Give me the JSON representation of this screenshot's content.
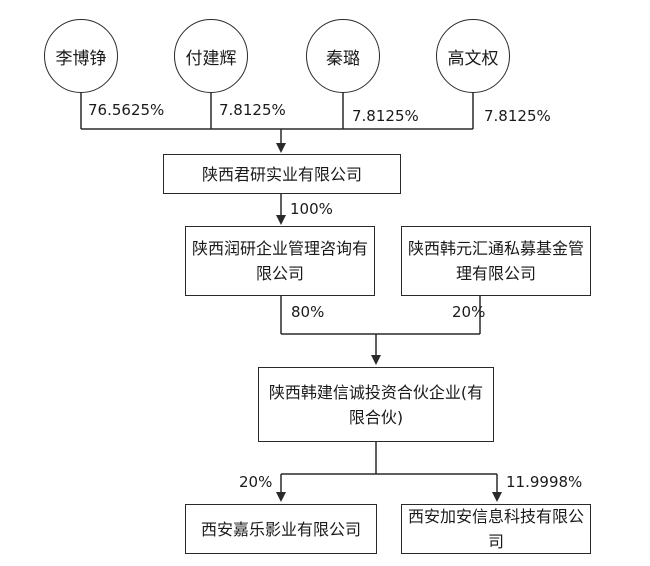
{
  "shareholders": [
    {
      "name": "李博铮",
      "share": "76.5625%"
    },
    {
      "name": "付建辉",
      "share": "7.8125%"
    },
    {
      "name": "秦璐",
      "share": "7.8125%"
    },
    {
      "name": "高文权",
      "share": "7.8125%"
    }
  ],
  "companies": {
    "junyan": "陕西君研实业有限公司",
    "runyan": "陕西润研企业管理咨询有限公司",
    "hanyuan": "陕西韩元汇通私募基金管理有限公司",
    "hanjian": "陕西韩建信诚投资合伙企业(有限合伙)",
    "jiale": "西安嘉乐影业有限公司",
    "jiaan": "西安加安信息科技有限公司"
  },
  "percentages": {
    "junyan_to_runyan": "100%",
    "runyan_to_hanjian": "80%",
    "hanyuan_to_hanjian": "20%",
    "hanjian_to_jiale": "20%",
    "hanjian_to_jiaan": "11.9998%"
  }
}
